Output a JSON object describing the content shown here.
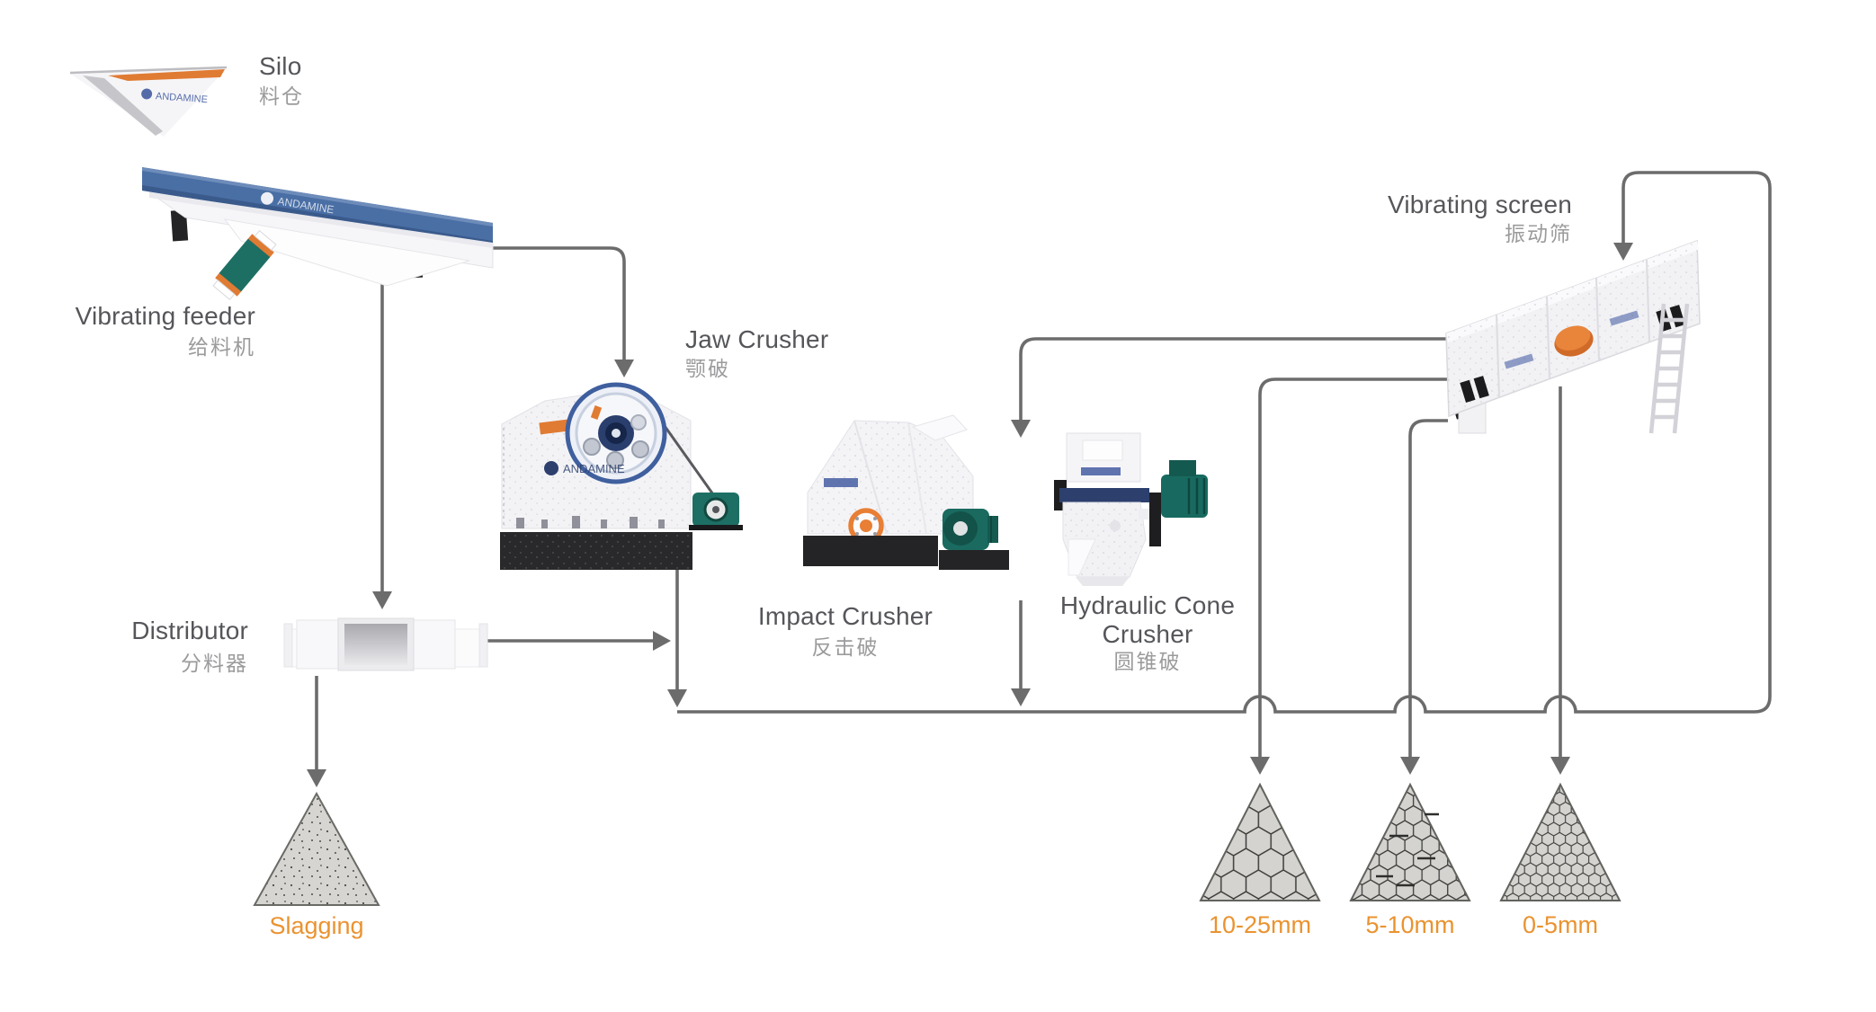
{
  "brand": {
    "name": "ANDAMINE"
  },
  "colors": {
    "flow_line": "#6c6c6c",
    "label_en": "#55565a",
    "label_zh": "#9b9b9d",
    "accent_orange": "#EA9330",
    "machine_orange": "#E07B33",
    "feeder_blue": "#4a6fa5",
    "motor_teal": "#1d6f64",
    "navy": "#2c3f6d",
    "machine_black": "#242426",
    "pile_fill": "#d5d3d0"
  },
  "nodes": {
    "silo": {
      "en": "Silo",
      "zh": "料仓"
    },
    "feeder": {
      "en": "Vibrating feeder",
      "zh": "给料机"
    },
    "jaw": {
      "en": "Jaw Crusher",
      "zh": "颚破"
    },
    "impact": {
      "en": "Impact Crusher",
      "zh": "反击破"
    },
    "cone": {
      "en": "Hydraulic Cone Crusher",
      "zh": "圆锥破"
    },
    "screen": {
      "en": "Vibrating screen",
      "zh": "振动筛"
    },
    "distributor": {
      "en": "Distributor",
      "zh": "分料器"
    }
  },
  "outputs": {
    "slagging": {
      "label": "Slagging"
    },
    "size_large": {
      "label": "10-25mm"
    },
    "size_medium": {
      "label": "5-10mm"
    },
    "size_small": {
      "label": "0-5mm"
    }
  }
}
